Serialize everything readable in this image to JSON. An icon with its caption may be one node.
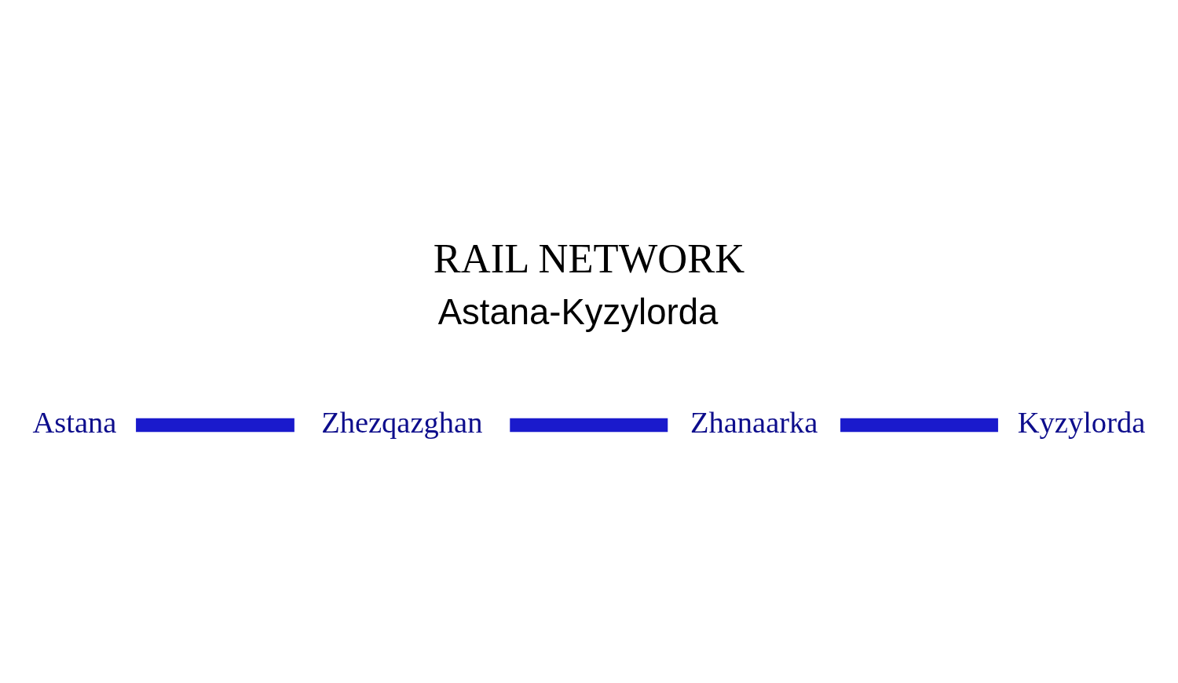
{
  "diagram": {
    "title": "RAIL NETWORK",
    "nodes": [
      {
        "text": [
          "Astana"
        ]
      },
      {
        "text": [
          "Zhezqazghan"
        ]
      },
      {
        "text": [
          "Zhanaarka"
        ]
      },
      {
        "text": [
          "Kyzylorda"
        ]
      }
    ],
    "edges": [
      {
        "from": 0,
        "to": 1,
        "arrow": "none"
      },
      {
        "from": 1,
        "to": 2,
        "arrow": "none"
      },
      {
        "from": 2,
        "to": 3,
        "arrow": "none"
      }
    ],
    "labels": [
      "Astana-Kyzylorda"
    ]
  }
}
